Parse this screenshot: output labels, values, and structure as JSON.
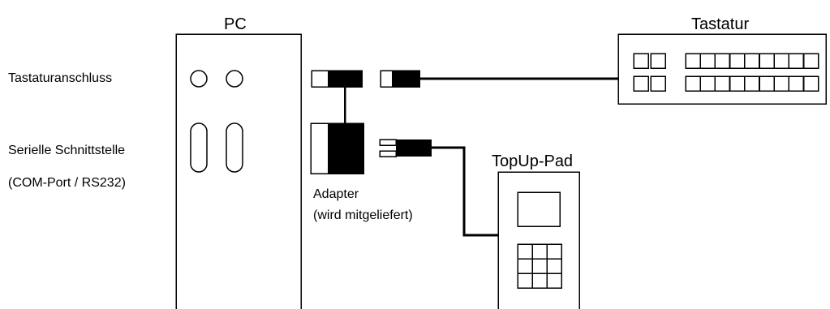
{
  "labels": {
    "pc": "PC",
    "keyboard": "Tastatur",
    "keyboard_port": "Tastaturanschluss",
    "serial_port_line1": "Serielle Schnittstelle",
    "serial_port_line2": "(COM-Port / RS232)",
    "adapter_line1": "Adapter",
    "adapter_line2": "(wird mitgeliefert)",
    "topup_pad": "TopUp-Pad"
  },
  "components": {
    "keyboard_key_rows": 2,
    "keyboard_keys_per_row": 11,
    "pad_keypad_rows": 3,
    "pad_keypad_cols": 3
  },
  "colors": {
    "line": "#000000",
    "fill": "#ffffff"
  }
}
